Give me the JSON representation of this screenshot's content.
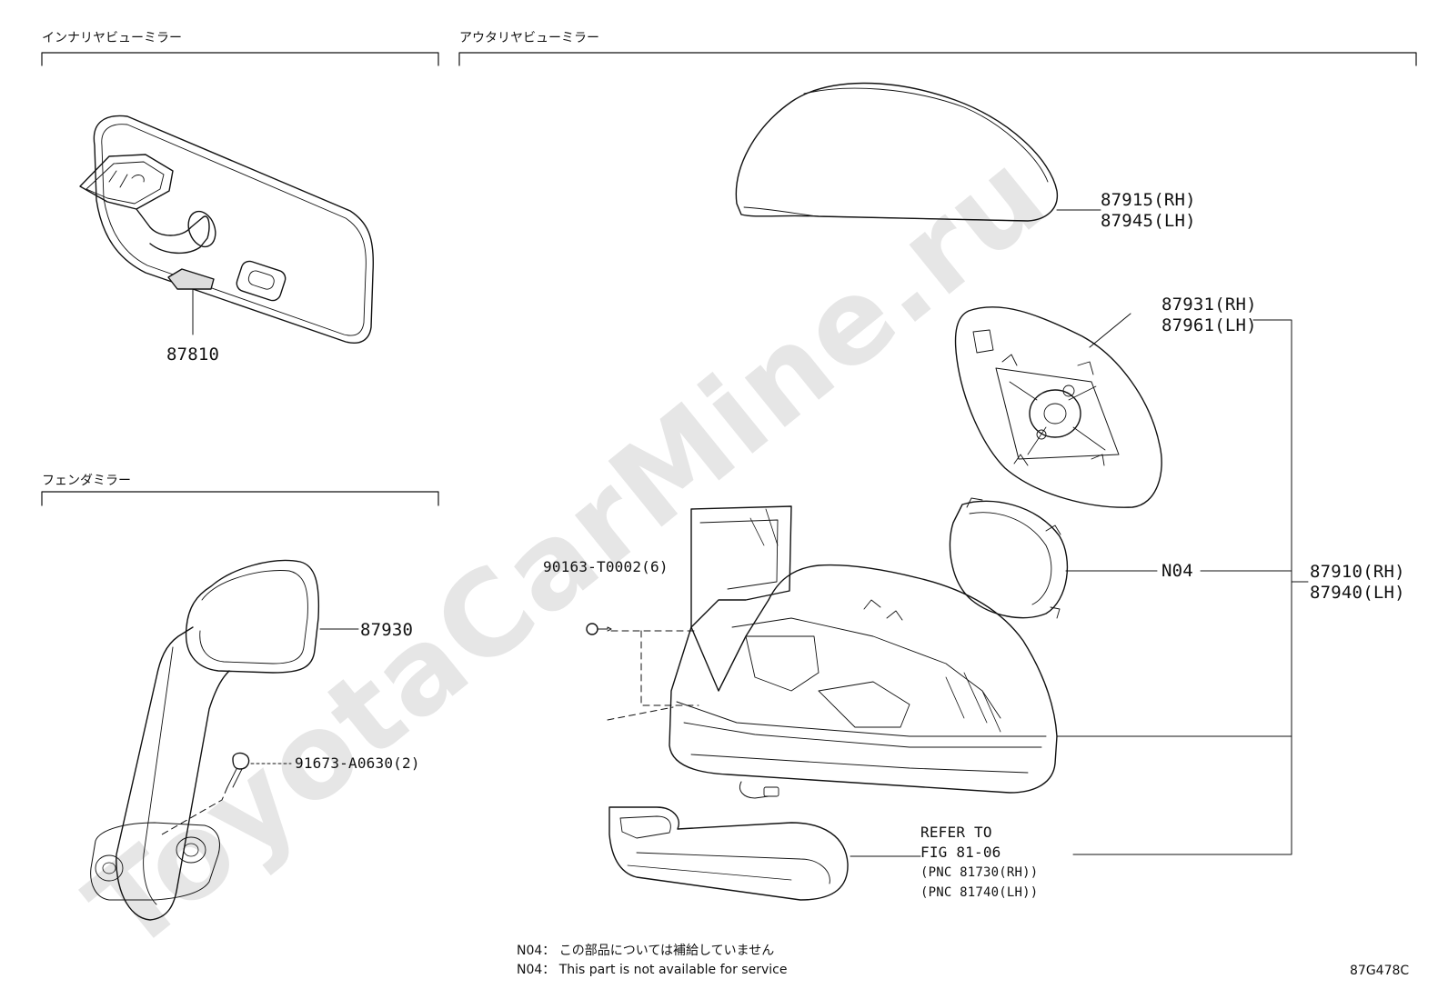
{
  "watermark": "ToyotaCarMine.ru",
  "sections": {
    "inner": "インナリヤビューミラー",
    "outer": "アウタリヤビューミラー",
    "fender": "フェンダミラー"
  },
  "parts": {
    "p87810": "87810",
    "p87915": "87915(RH)",
    "p87945": "87945(LH)",
    "p87931": "87931(RH)",
    "p87961": "87961(LH)",
    "n04": "N04",
    "p87910": "87910(RH)",
    "p87940": "87940(LH)",
    "p90163": "90163-T0002(6)",
    "p87930": "87930",
    "p91673": "91673-A0630(2)"
  },
  "refer": {
    "line1": "REFER TO",
    "line2": "FIG 81-06",
    "line3": "(PNC 81730(RH))",
    "line4": "(PNC 81740(LH))"
  },
  "notes": {
    "jp": "N04： この部品については補給していません",
    "en": "N04： This part is not available for service"
  },
  "figure_code": "87G478C"
}
